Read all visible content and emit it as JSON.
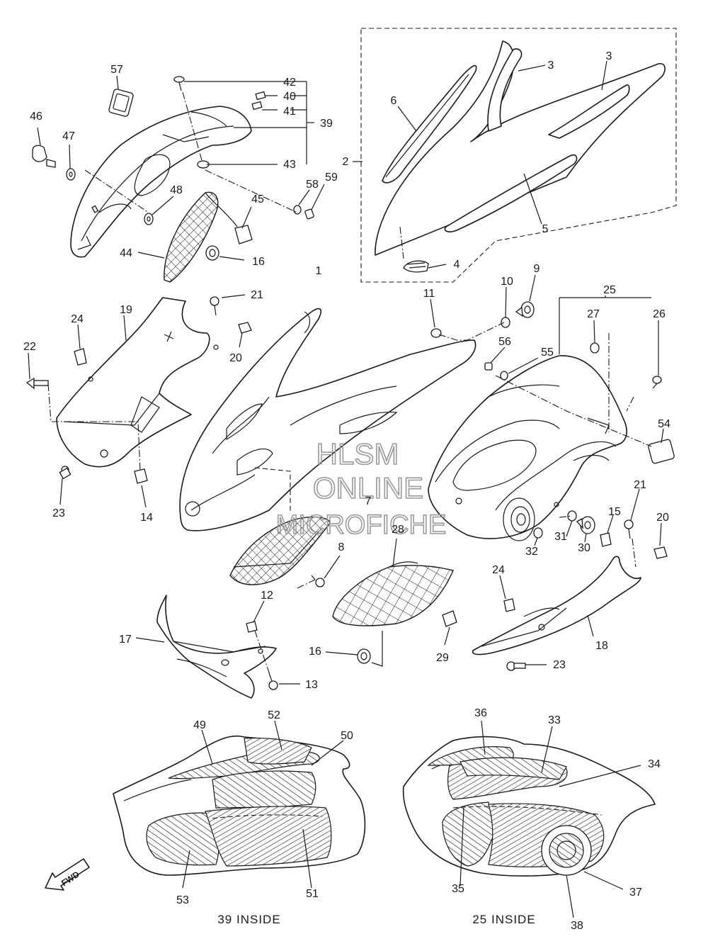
{
  "watermark": {
    "line1": "HLSM",
    "line2": "ONLINE",
    "line3": "MICROFICHE"
  },
  "fwd_label": "FWD",
  "captions": {
    "left_inside": "39 INSIDE",
    "right_inside": "25 INSIDE"
  },
  "callouts": {
    "n1": "1",
    "n2": "2",
    "n3a": "3",
    "n3b": "3",
    "n4": "4",
    "n5": "5",
    "n6": "6",
    "n7": "7",
    "n8": "8",
    "n9": "9",
    "n10": "10",
    "n11": "11",
    "n12": "12",
    "n13": "13",
    "n14": "14",
    "n15": "15",
    "n16a": "16",
    "n16b": "16",
    "n17": "17",
    "n18": "18",
    "n19": "19",
    "n20a": "20",
    "n20b": "20",
    "n21a": "21",
    "n21b": "21",
    "n22": "22",
    "n23a": "23",
    "n23b": "23",
    "n24a": "24",
    "n24b": "24",
    "n25": "25",
    "n26": "26",
    "n27": "27",
    "n28": "28",
    "n29": "29",
    "n30": "30",
    "n31": "31",
    "n32": "32",
    "n33": "33",
    "n34": "34",
    "n35": "35",
    "n36": "36",
    "n37": "37",
    "n38": "38",
    "n39": "39",
    "n40": "40",
    "n41": "41",
    "n42": "42",
    "n43": "43",
    "n44": "44",
    "n45": "45",
    "n46": "46",
    "n47": "47",
    "n48": "48",
    "n49": "49",
    "n50": "50",
    "n51": "51",
    "n52": "52",
    "n53": "53",
    "n54": "54",
    "n55": "55",
    "n56": "56",
    "n57": "57",
    "n58": "58",
    "n59": "59"
  }
}
